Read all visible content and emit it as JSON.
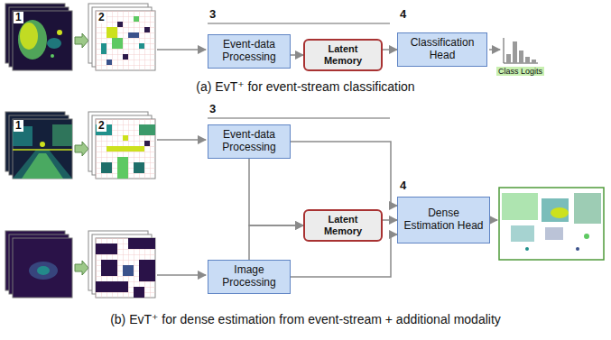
{
  "diagram": {
    "nodes": [
      {
        "text": [
          "Event-data Processing"
        ]
      },
      {
        "text": [
          "Latent Memory"
        ]
      },
      {
        "text": [
          "Classification Head"
        ]
      },
      {
        "text": [
          "Event-data Processing"
        ]
      },
      {
        "text": [
          "Image Processing"
        ]
      },
      {
        "text": [
          "Latent Memory"
        ]
      },
      {
        "text": [
          "Dense Estimation Head"
        ]
      }
    ],
    "edges": [
      {
        "from": 0,
        "to": 1,
        "arrow": "to"
      },
      {
        "from": 1,
        "to": 2,
        "arrow": "to"
      },
      {
        "from": 3,
        "to": 5,
        "arrow": "to"
      },
      {
        "from": 4,
        "to": 5,
        "arrow": "to"
      },
      {
        "from": 3,
        "to": 6,
        "arrow": "to"
      },
      {
        "from": 4,
        "to": 6,
        "arrow": "to"
      },
      {
        "from": 5,
        "to": 6,
        "arrow": "to"
      }
    ],
    "labels": [
      "1",
      "2",
      "3",
      "4",
      "Class Logits",
      "(a) EvT⁺ for event-stream classification",
      "1",
      "2",
      "3",
      "4",
      "(b) EvT⁺ for dense estimation from event-stream + additional modality"
    ]
  }
}
